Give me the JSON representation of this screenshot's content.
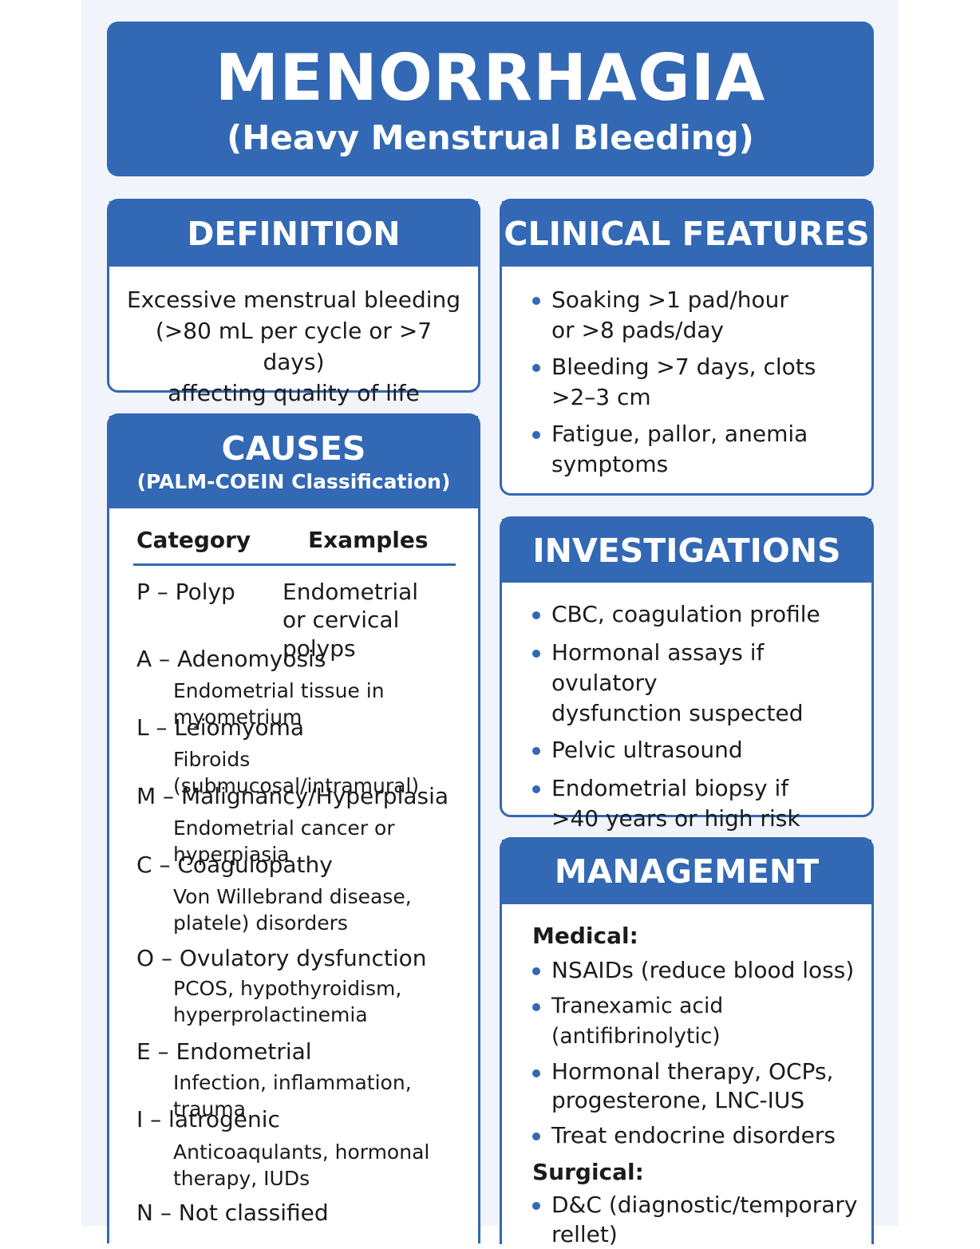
{
  "title": {
    "main": "MENORRHAGIA",
    "sub": "(Heavy Menstrual Bleeding)"
  },
  "definition": {
    "heading": "DEFINITION",
    "lines": [
      "Excessive menstrual bleeding",
      "(>80 mL per cycle or >7 days)",
      "affecting quality of life"
    ]
  },
  "clinical_features": {
    "heading": "CLINICAL FEATURES",
    "items": [
      {
        "l1": "Soaking >1 pad/hour",
        "l2": "or >8 pads/day"
      },
      {
        "l1": "Bleeding >7 days, clots",
        "l2": ">2–3 cm"
      },
      {
        "l1": "Fatigue, pallor, anemia",
        "l2": "symptoms"
      }
    ]
  },
  "causes": {
    "heading": "CAUSES",
    "subheading": "(PALM-COEIN Classification)",
    "col_category": "Category",
    "col_examples": "Examples",
    "rows": [
      {
        "category": "P – Polyp",
        "ex1": "Endometrial",
        "ex2": "or cervical polyps"
      },
      {
        "category": "A – Adenomyosis",
        "ex1": "Endometrial tissue in myometrium",
        "ex2": ""
      },
      {
        "category": "L – Leiomyoma",
        "ex1": "Fibroids (submucosal/intramural)",
        "ex2": ""
      },
      {
        "category": "M – Malignancy/Hyperplasia",
        "ex1": "Endometrial cancer or hyperpiasia",
        "ex2": ""
      },
      {
        "category": "C – Coagulopathy",
        "ex1": "Von Willebrand disease,",
        "ex2": "platele) disorders"
      },
      {
        "category": "O – Ovulatory dysfunction",
        "ex1": "PCOS, hypothyroidism,",
        "ex2": "hyperprolactinemia"
      },
      {
        "category": "E – Endometrial",
        "ex1": "Infection, inflammation, trauma",
        "ex2": ""
      },
      {
        "category": "I – latrogenic",
        "ex1": "Anticoaqulants, hormonal",
        "ex2": "therapy, IUDs"
      },
      {
        "category": "N – Not classified",
        "ex1": "",
        "ex2": ""
      }
    ]
  },
  "investigations": {
    "heading": "INVESTIGATIONS",
    "items": [
      {
        "l1": "CBC, coagulation profile",
        "l2": ""
      },
      {
        "l1": "Hormonal assays if ovulatory",
        "l2": "dysfunction suspected"
      },
      {
        "l1": "Pelvic ultrasound",
        "l2": ""
      },
      {
        "l1": "Endometrial biopsy if",
        "l2": ">40 years or high risk"
      }
    ]
  },
  "management": {
    "heading": "MANAGEMENT",
    "medical_label": "Medical:",
    "medical_items": [
      {
        "l1": "NSAIDs (reduce blood loss)",
        "l2": ""
      },
      {
        "l1": "Tranexamic acid (antifibrinolytic)",
        "l2": ""
      },
      {
        "l1": "Hormonal therapy, OCPs,",
        "l2": "progesterone, LNC-IUS"
      },
      {
        "l1": "Treat endocrine disorders",
        "l2": ""
      }
    ],
    "surgical_label": "Surgical:",
    "surgical_items": [
      {
        "l1": "D&C (diagnostic/temporary",
        "l2": "rellet)"
      }
    ]
  },
  "colors": {
    "accent": "#3268b4",
    "background": "#f1f5fb",
    "text": "#1b1b1b"
  }
}
